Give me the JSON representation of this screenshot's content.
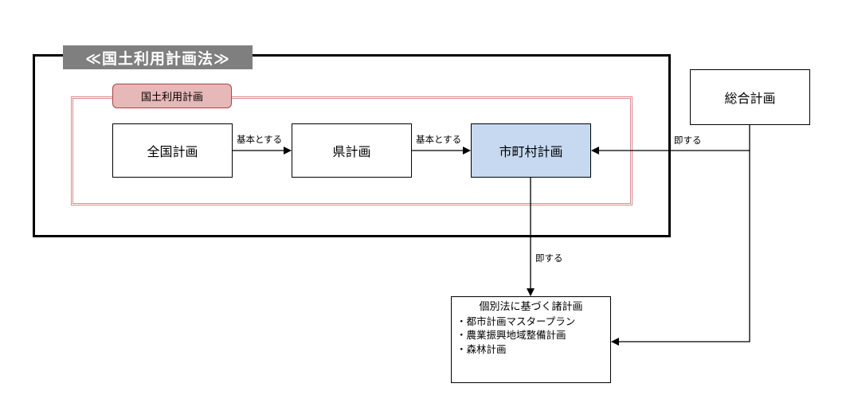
{
  "law": {
    "title": "≪国土利用計画法≫"
  },
  "plan_group": {
    "label": "国土利用計画"
  },
  "nodes": {
    "national": "全国計画",
    "prefecture": "県計画",
    "municipal": "市町村計画",
    "comprehensive": "総合計画"
  },
  "individual": {
    "title": "個別法に基づく諸計画",
    "items": [
      "・都市計画マスタープラン",
      "・農業振興地域整備計画",
      "・森林計画"
    ]
  },
  "edges": {
    "national_to_prefecture": "基本とする",
    "prefecture_to_municipal": "基本とする",
    "comprehensive_to_municipal": "即する",
    "municipal_to_individual": "即する"
  },
  "colors": {
    "law_title_bg": "#7f7f7f",
    "plan_label_bg": "#e6b8b7",
    "plan_frame": "#d98b8b",
    "municipal_bg": "#c6d9f1"
  }
}
